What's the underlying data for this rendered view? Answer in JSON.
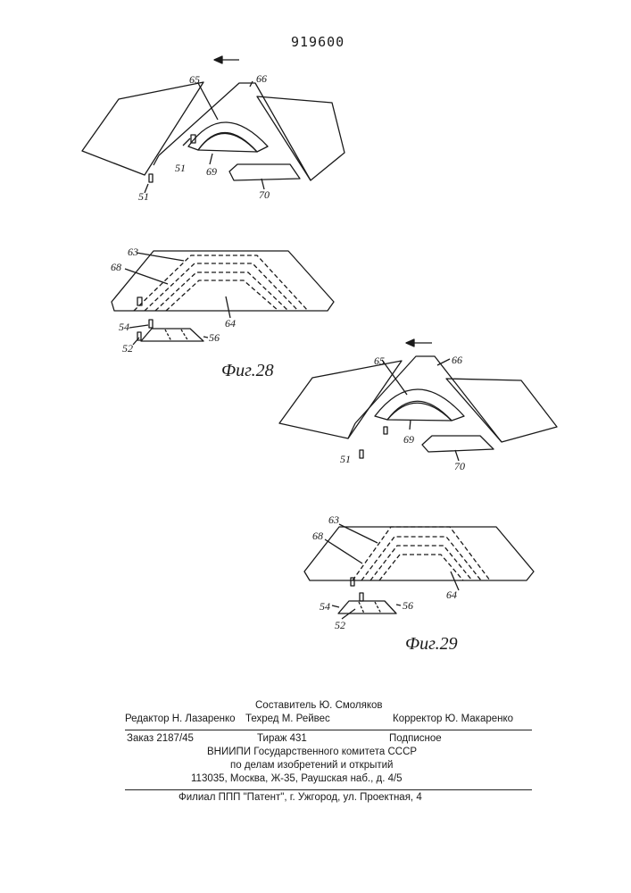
{
  "header": {
    "patent_number": "919600"
  },
  "figures": [
    {
      "caption": "Фиг.28",
      "labels": {
        "l65": "65",
        "l66": "66",
        "l69": "69",
        "l70": "70",
        "l51a": "51",
        "l51b": "51",
        "l63": "63",
        "l68": "68",
        "l64": "64",
        "l54": "54",
        "l52": "52",
        "l56": "56"
      }
    },
    {
      "caption": "Фиг.29",
      "labels": {
        "l65": "65",
        "l66": "66",
        "l69": "69",
        "l70": "70",
        "l51": "51",
        "l63": "63",
        "l68": "68",
        "l64": "64",
        "l54": "54",
        "l52": "52",
        "l56": "56"
      }
    }
  ],
  "colophon": {
    "compiler": "Составитель Ю. Смоляков",
    "editor": "Редактор Н. Лазаренко",
    "techred": "Техред М. Рейвес",
    "corrector": "Корректор Ю. Макаренко",
    "order": "Заказ 2187/45",
    "circulation": "Тираж 431",
    "subscription": "Подписное",
    "institute_1": "ВНИИПИ Государственного комитета СССР",
    "institute_2": "по делам изобретений и открытий",
    "address": "113035, Москва, Ж-35, Раушская наб., д. 4/5",
    "branch": "Филиал ППП \"Патент\", г. Ужгород, ул. Проектная, 4"
  }
}
